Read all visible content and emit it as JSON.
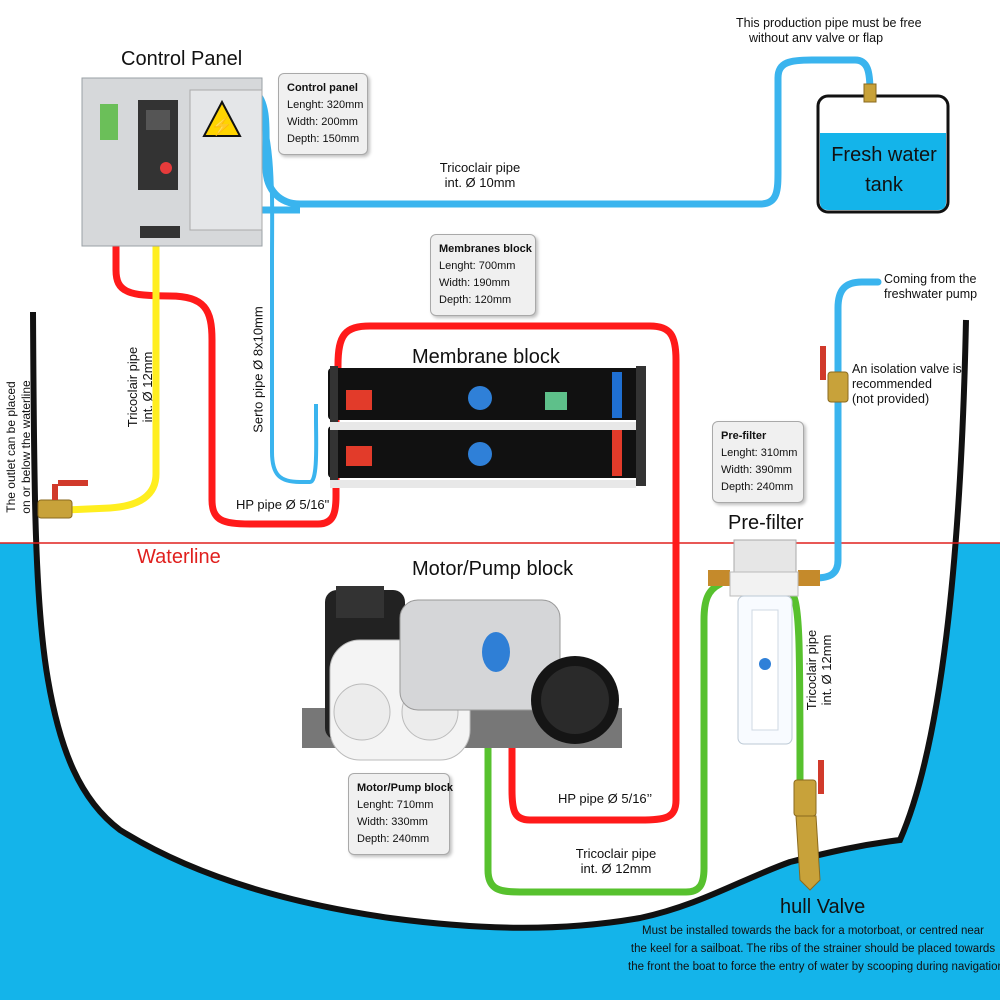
{
  "labels": {
    "control_panel_title": "Control Panel",
    "membrane_block_title": "Membrane block",
    "motor_pump_title": "Motor/Pump block",
    "prefilter_title": "Pre-filter",
    "hull_valve_title": "hull Valve",
    "waterline": "Waterline",
    "tricoclair_top_1": "Tricoclair pipe",
    "tricoclair_top_2": "int. Ø 10mm",
    "production_note_1": "This production pipe must be free",
    "production_note_2": "without anv valve or flap",
    "fresh_water_tank_1": "Fresh water",
    "fresh_water_tank_2": "tank",
    "coming_from_1": "Coming from the",
    "coming_from_2": "freshwater pump",
    "isolation_1": "An isolation valve is",
    "isolation_2": "recommended",
    "isolation_3": "(not provided)",
    "hp_pipe_upper": "HP pipe Ø 5/16\"",
    "hp_pipe_lower": "HP pipe Ø 5/16’’",
    "tricoclair_bottom_1": "Tricoclair pipe",
    "tricoclair_bottom_2": "int. Ø 12mm",
    "serto_pipe": "Serto pipe Ø 8x10mm",
    "tricoclair_yellow_1": "Tricoclair pipe",
    "tricoclair_yellow_2": "int. Ø 12mm",
    "outlet_1": "The outlet can be placed",
    "outlet_2": "on or below the waterline",
    "tricoclair_right_1": "Tricoclair pipe",
    "tricoclair_right_2": "int. Ø 12mm",
    "hull_note_1": "Must be installed towards the back for a motorboat, or centred near",
    "hull_note_2": "the keel for a sailboat. The ribs of the strainer should be placed towards",
    "hull_note_3": "the front the boat to force the entry of water by scooping during navigation.."
  },
  "specs": {
    "control_panel": {
      "title": "Control panel",
      "length": "Lenght: 320mm",
      "width": "Width: 200mm",
      "depth": "Depth: 150mm"
    },
    "membranes_block": {
      "title": "Membranes block",
      "length": "Lenght: 700mm",
      "width": "Width: 190mm",
      "depth": "Depth: 120mm"
    },
    "prefilter": {
      "title": "Pre-filter",
      "length": "Lenght: 310mm",
      "width": "Width: 390mm",
      "depth": "Depth: 240mm"
    },
    "motor_pump": {
      "title": "Motor/Pump block",
      "length": "Lenght: 710mm",
      "width": "Width: 330mm",
      "depth": "Depth: 240mm"
    }
  },
  "colors": {
    "sea": "#14b4ea",
    "waterline": "#e0201e",
    "hp_pipe": "#ff1a1a",
    "production_pipe": "#3ab4ee",
    "intake_pipe": "#57c12e",
    "outlet_pipe": "#ffee1f",
    "hull": "#111111"
  }
}
